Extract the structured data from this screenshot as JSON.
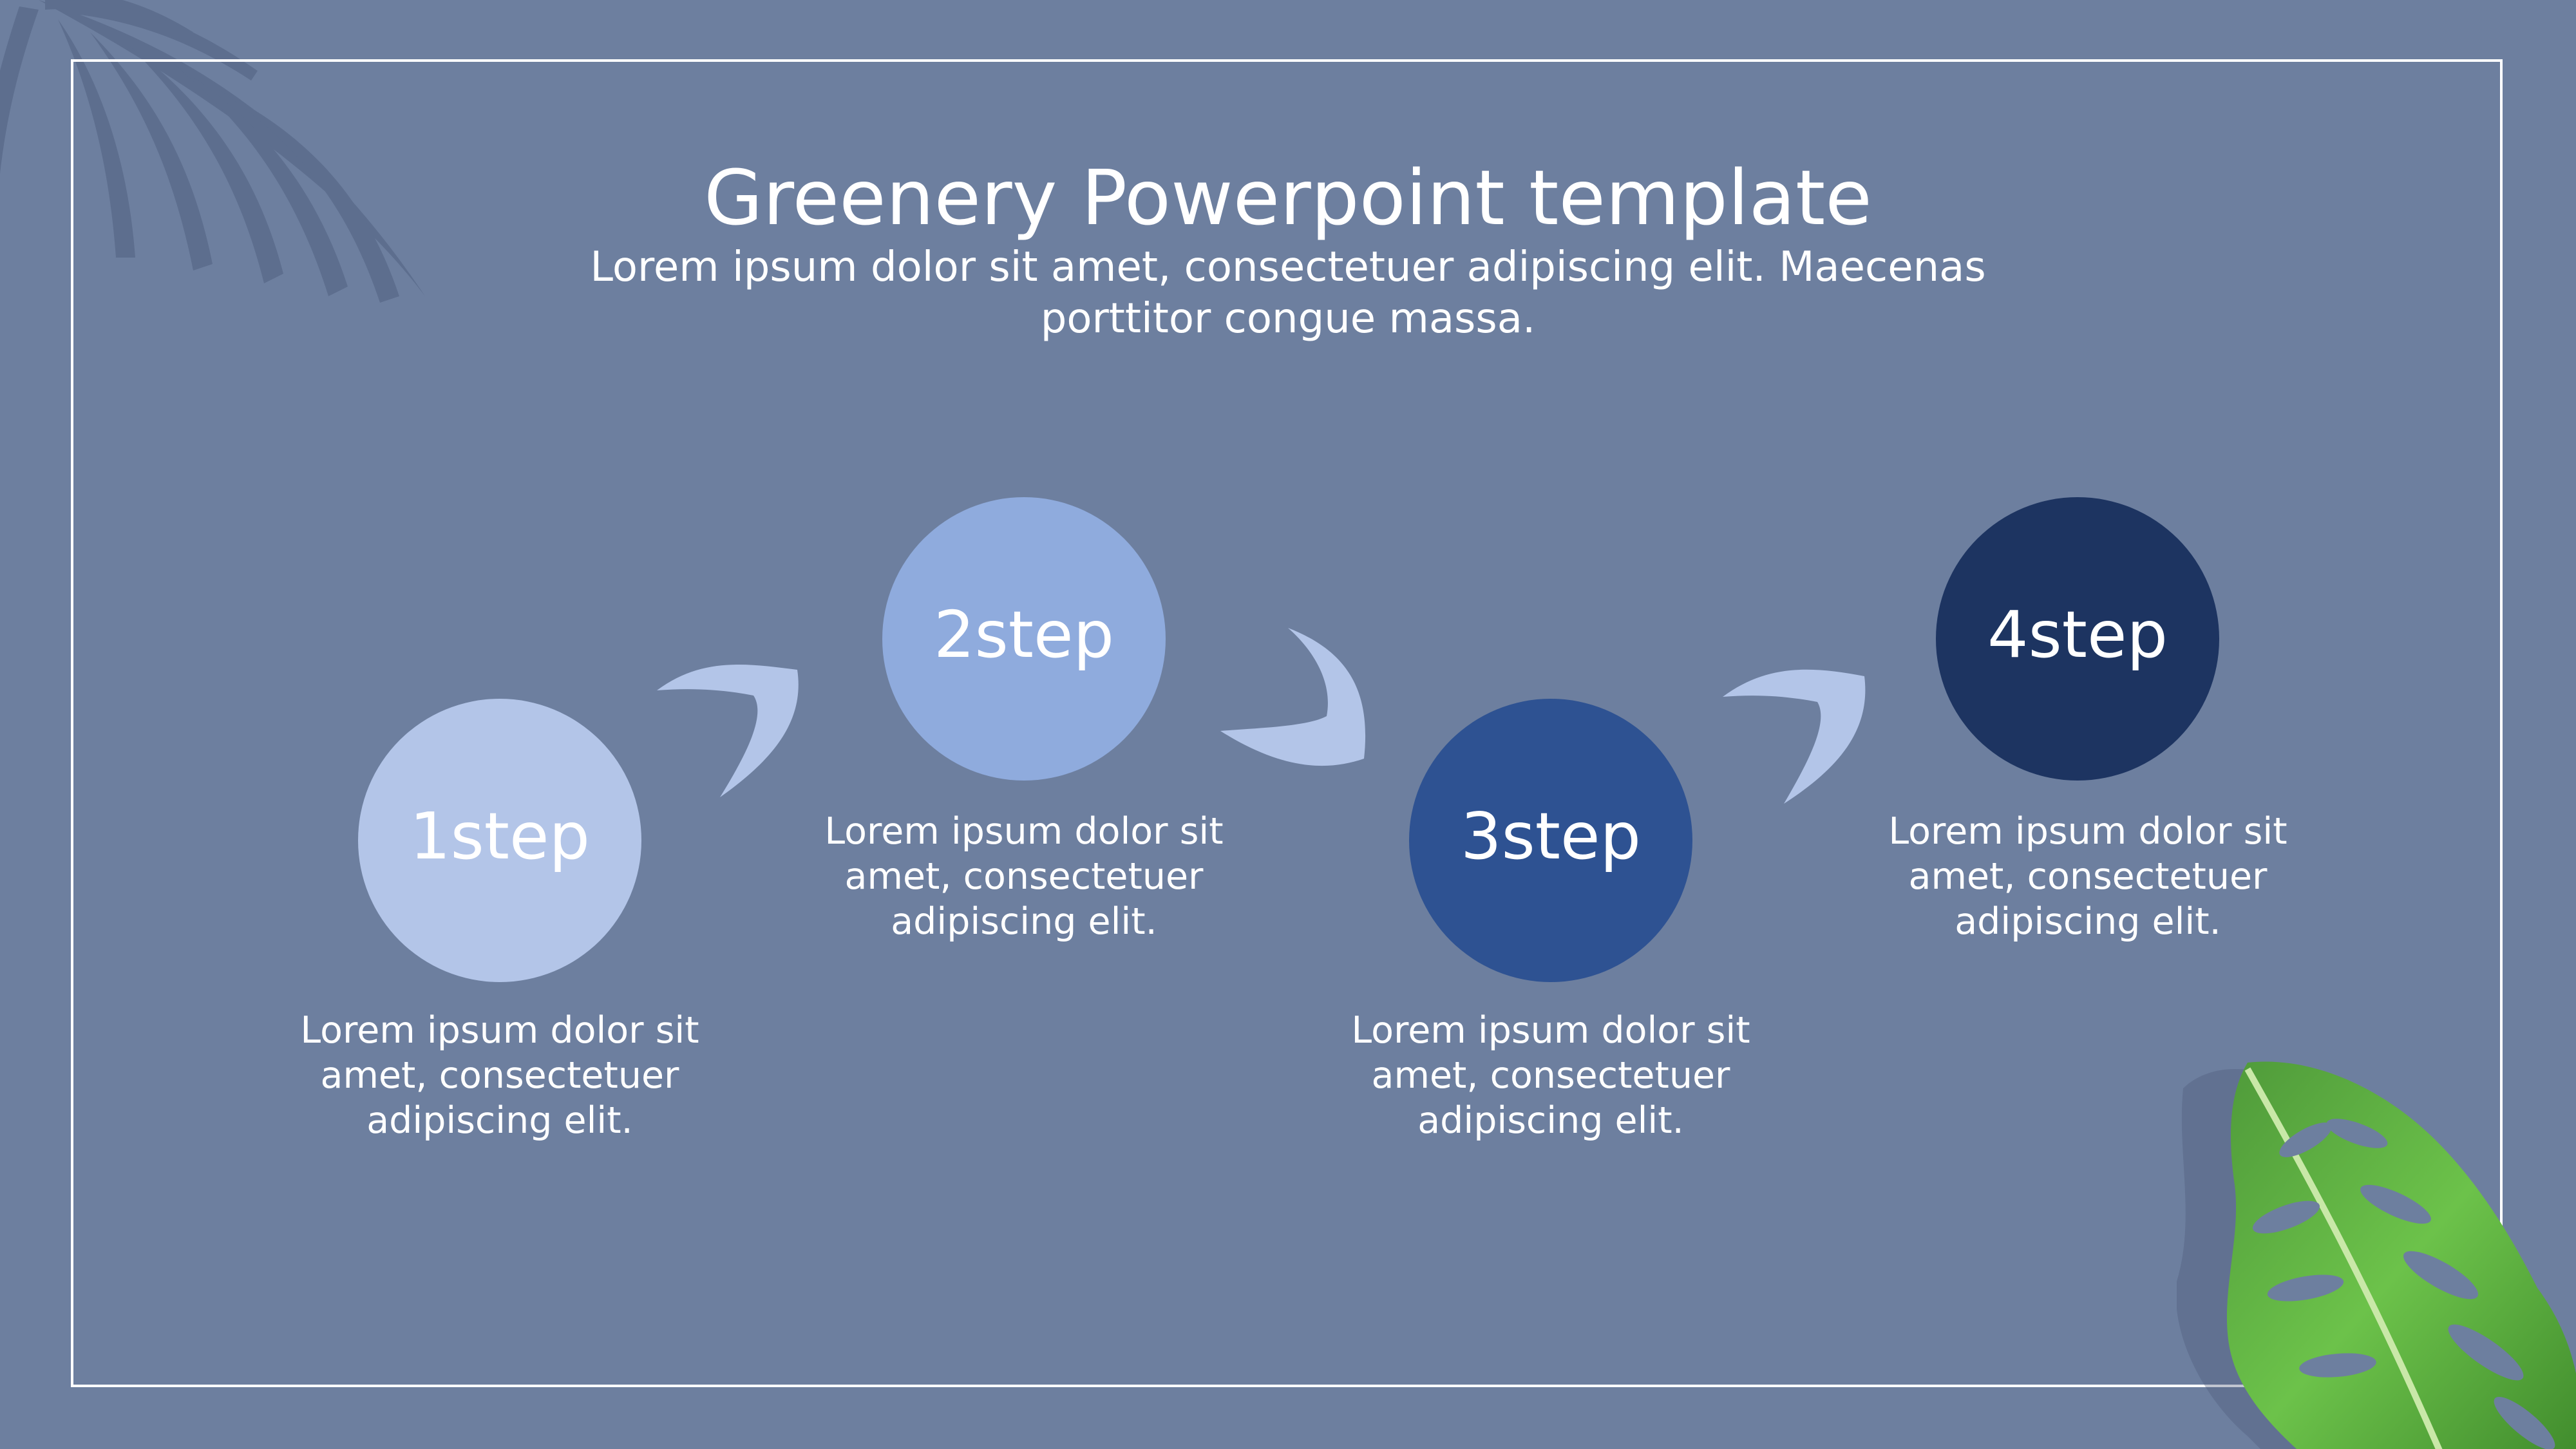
{
  "title": "Greenery Powerpoint template",
  "subtitle": "Lorem ipsum dolor sit amet, consectetuer adipiscing elit. Maecenas porttitor congue massa.",
  "steps": [
    {
      "label": "1step",
      "description": "Lorem ipsum dolor sit amet, consectetuer adipiscing elit.",
      "color": "#b3c5e8"
    },
    {
      "label": "2step",
      "description": "Lorem ipsum dolor sit amet, consectetuer adipiscing elit.",
      "color": "#8fabdd"
    },
    {
      "label": "3step",
      "description": "Lorem ipsum dolor sit amet, consectetuer adipiscing elit.",
      "color": "#2e5292"
    },
    {
      "label": "4step",
      "description": "Lorem ipsum dolor sit amet, consectetuer adipiscing elit.",
      "color": "#1d3461"
    }
  ],
  "colors": {
    "background": "#6d7f9f",
    "frame": "#ffffff",
    "arrow": "#b3c5e8",
    "text": "#ffffff"
  },
  "decorations": [
    "palm-leaf-shadow",
    "monstera-leaf"
  ]
}
